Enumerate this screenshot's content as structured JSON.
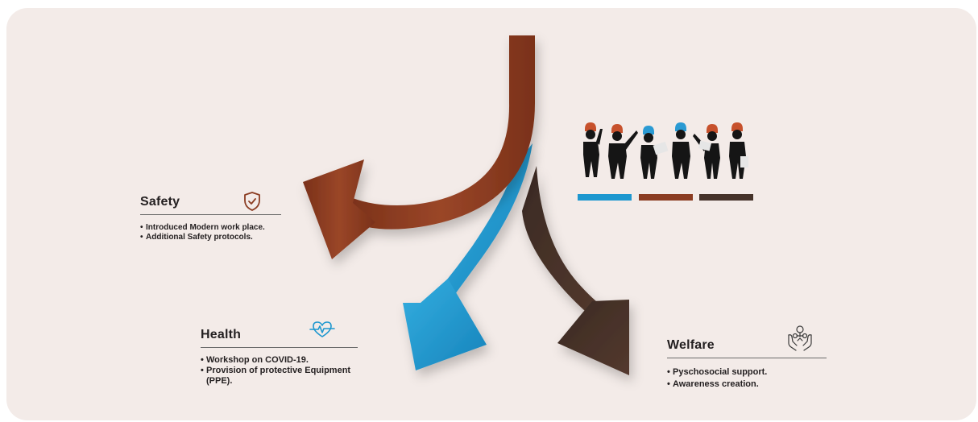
{
  "colors": {
    "safety": "#8b3c22",
    "health": "#1d97cf",
    "welfare": "#45322a",
    "background": "#f3ebe8"
  },
  "safety": {
    "title": "Safety",
    "icon": "shield-check-icon",
    "items": [
      "Introduced Modern work place.",
      "Additional Safety protocols."
    ]
  },
  "health": {
    "title": "Health",
    "icon": "heart-pulse-icon",
    "items": [
      "Workshop on COVID-19.",
      "Provision of protective Equipment (PPE)."
    ]
  },
  "welfare": {
    "title": "Welfare",
    "icon": "hands-care-icon",
    "items": [
      "Pyschosocial support.",
      "Awareness creation."
    ]
  },
  "illustration": {
    "icon": "workers-silhouette-group"
  }
}
